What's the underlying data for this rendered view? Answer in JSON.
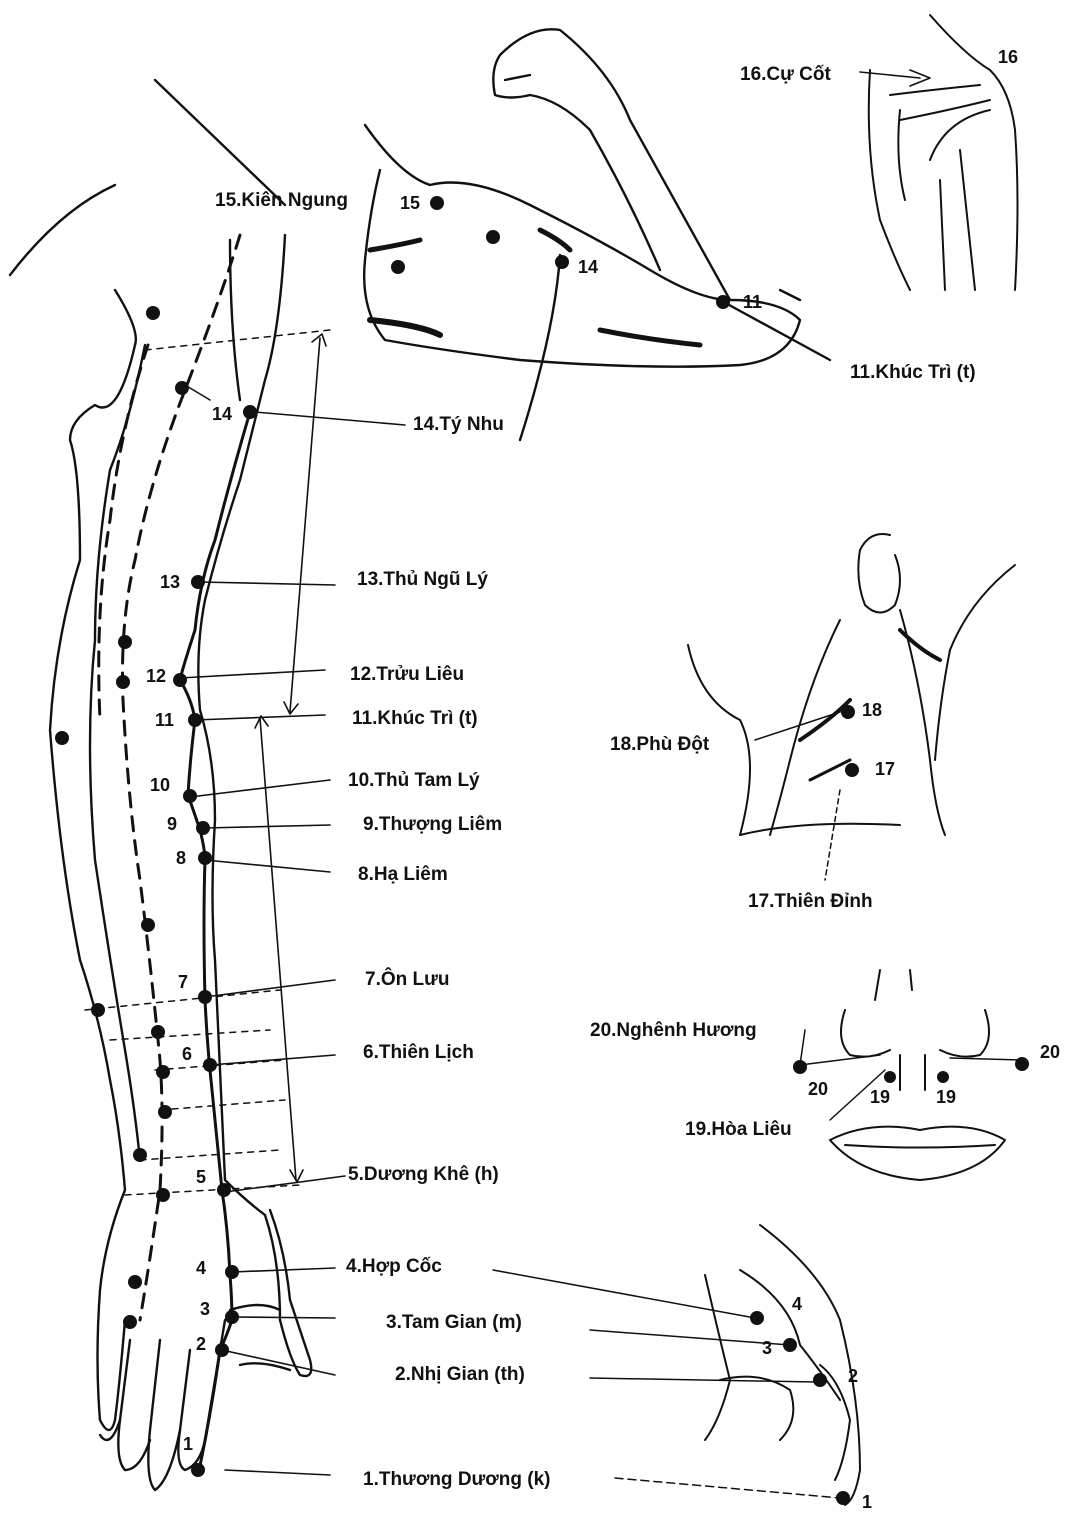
{
  "labels": {
    "kien_ngung": "15.Kiên Ngung",
    "cu_cot": "16.Cự Cốt",
    "khuc_tri_top": "11.Khúc Trì (t)",
    "ty_nhu": "14.Tý Nhu",
    "thu_ngu_ly": "13.Thủ Ngũ Lý",
    "truu_lieu": "12.Trửu Liêu",
    "khuc_tri": "11.Khúc Trì (t)",
    "thu_tam_ly": "10.Thủ Tam Lý",
    "thuong_liem": "9.Thượng Liêm",
    "ha_liem": "8.Hạ Liêm",
    "on_luu": "7.Ôn Lưu",
    "thien_lich": "6.Thiên Lịch",
    "duong_khe": "5.Dương Khê (h)",
    "hop_coc": "4.Hợp Cốc",
    "tam_gian": "3.Tam Gian (m)",
    "nhi_gian": "2.Nhị Gian (th)",
    "thuong_duong": "1.Thương Dương (k)",
    "phu_dot": "18.Phù Đột",
    "thien_dinh": "17.Thiên Đỉnh",
    "nghenh_huong": "20.Nghênh Hương",
    "hoa_lieu": "19.Hòa Liêu"
  },
  "numbers": {
    "n1": "1",
    "n2": "2",
    "n3": "3",
    "n4": "4",
    "n5": "5",
    "n6": "6",
    "n7": "7",
    "n8": "8",
    "n9": "9",
    "n10": "10",
    "n11": "11",
    "n12": "12",
    "n13": "13",
    "n14": "14",
    "n15": "15",
    "n16": "16",
    "n17": "17",
    "n18": "18",
    "n19": "19",
    "n20": "20"
  }
}
